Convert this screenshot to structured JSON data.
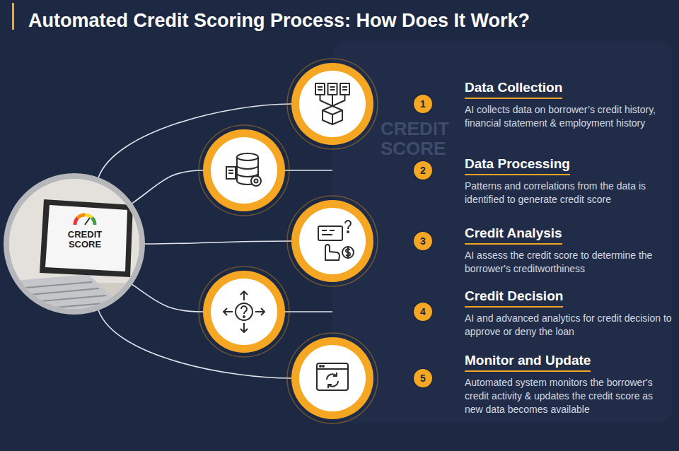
{
  "diagram": {
    "title": "Automated Credit Scoring Process: How Does It Work?",
    "nodes": [
      {
        "text": [
          "CREDIT SCORE"
        ]
      },
      {
        "text": [
          "1"
        ]
      },
      {
        "text": [
          "Data Collection",
          "AI collects data on borrower’s credit history, financial statement & employment history"
        ]
      },
      {
        "text": [
          "2"
        ]
      },
      {
        "text": [
          "Data Processing",
          "Patterns and correlations from the data is identified to generate credit score"
        ]
      },
      {
        "text": [
          "3"
        ]
      },
      {
        "text": [
          "Credit Analysis",
          "AI assess the credit score to determine the borrower's creditworthiness"
        ]
      },
      {
        "text": [
          "4"
        ]
      },
      {
        "text": [
          "Credit Decision",
          "AI and advanced analytics for credit decision to approve or deny the loan"
        ]
      },
      {
        "text": [
          "5"
        ]
      },
      {
        "text": [
          "Monitor and Update",
          "Automated system monitors the borrower's credit activity & updates the credit score as new data becomes available"
        ]
      }
    ],
    "edges": [
      {
        "from": 0,
        "to": 1,
        "arrow": "none"
      },
      {
        "from": 1,
        "to": 2,
        "arrow": "to"
      },
      {
        "from": 0,
        "to": 3,
        "arrow": "none"
      },
      {
        "from": 3,
        "to": 4,
        "arrow": "to"
      },
      {
        "from": 0,
        "to": 5,
        "arrow": "none"
      },
      {
        "from": 5,
        "to": 6,
        "arrow": "to"
      },
      {
        "from": 0,
        "to": 7,
        "arrow": "none"
      },
      {
        "from": 7,
        "to": 8,
        "arrow": "to"
      },
      {
        "from": 0,
        "to": 9,
        "arrow": "none"
      },
      {
        "from": 9,
        "to": 10,
        "arrow": "to"
      }
    ],
    "labels": [
      "CREDIT SCORE"
    ]
  }
}
